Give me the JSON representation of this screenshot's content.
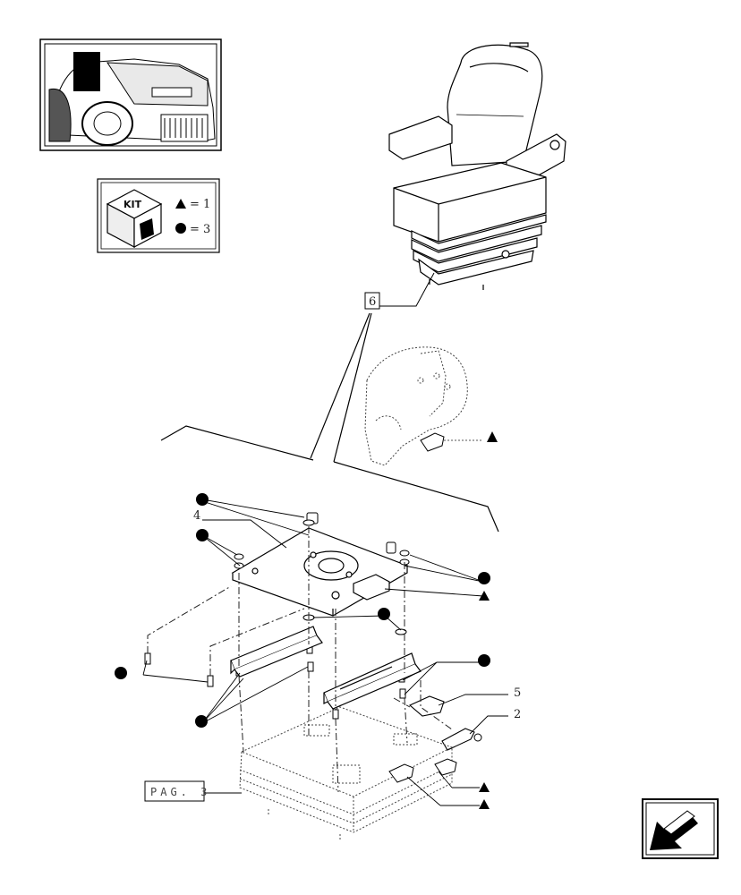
{
  "kit_legend": {
    "kit_label": "KIT",
    "entries": [
      {
        "symbol": "triangle",
        "text": "= 1"
      },
      {
        "symbol": "circle",
        "text": "= 3"
      }
    ]
  },
  "callouts": {
    "item_6": "6",
    "item_4": "4",
    "item_5": "5",
    "item_2": "2",
    "page_ref": "PAG. 3"
  },
  "navigation": {
    "next_page_icon": "arrow-down-left-icon"
  },
  "colors": {
    "line": "#111111",
    "dashed": "#333333",
    "symbol": "#000000"
  }
}
